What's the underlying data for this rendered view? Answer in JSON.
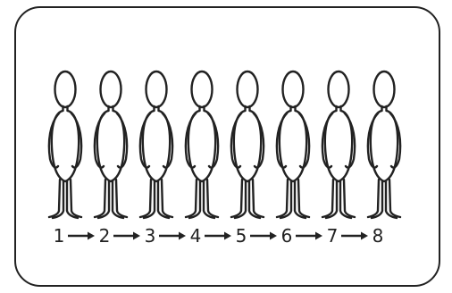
{
  "figure": {
    "figure_count": 8,
    "sequence_labels": [
      "1",
      "2",
      "3",
      "4",
      "5",
      "6",
      "7",
      "8"
    ],
    "colors": {
      "ink": "#222222",
      "frame": "#222222",
      "background": "#ffffff"
    }
  }
}
